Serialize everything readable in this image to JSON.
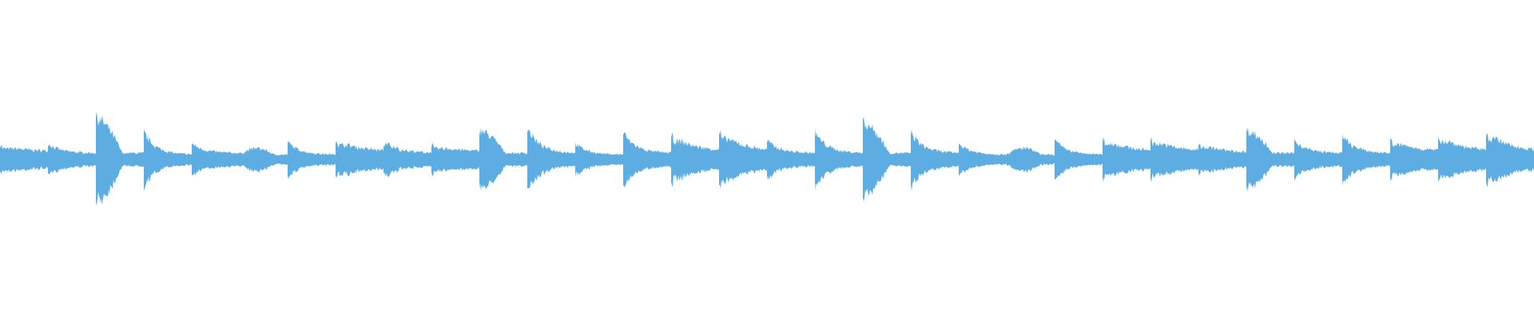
{
  "waveform": {
    "color": "#5DADE2",
    "background": "#ffffff",
    "segments": [
      {
        "peak": 0.09,
        "sustain": 0.05,
        "shape": "hold"
      },
      {
        "peak": 0.1,
        "sustain": 0.04,
        "shape": "decay"
      },
      {
        "peak": 0.26,
        "sustain": 0.04,
        "shape": "big"
      },
      {
        "peak": 0.17,
        "sustain": 0.03,
        "shape": "decay"
      },
      {
        "peak": 0.1,
        "sustain": 0.04,
        "shape": "decay"
      },
      {
        "peak": 0.07,
        "sustain": 0.03,
        "shape": "swell"
      },
      {
        "peak": 0.11,
        "sustain": 0.03,
        "shape": "decay"
      },
      {
        "peak": 0.12,
        "sustain": 0.05,
        "shape": "hold"
      },
      {
        "peak": 0.12,
        "sustain": 0.04,
        "shape": "choppy"
      },
      {
        "peak": 0.09,
        "sustain": 0.05,
        "shape": "hold"
      },
      {
        "peak": 0.18,
        "sustain": 0.04,
        "shape": "big"
      },
      {
        "peak": 0.2,
        "sustain": 0.04,
        "shape": "decay"
      },
      {
        "peak": 0.1,
        "sustain": 0.03,
        "shape": "decay"
      },
      {
        "peak": 0.17,
        "sustain": 0.04,
        "shape": "decay"
      },
      {
        "peak": 0.15,
        "sustain": 0.05,
        "shape": "hold"
      },
      {
        "peak": 0.17,
        "sustain": 0.05,
        "shape": "hold"
      },
      {
        "peak": 0.12,
        "sustain": 0.04,
        "shape": "decay"
      },
      {
        "peak": 0.17,
        "sustain": 0.04,
        "shape": "decay"
      },
      {
        "peak": 0.23,
        "sustain": 0.04,
        "shape": "big"
      },
      {
        "peak": 0.17,
        "sustain": 0.04,
        "shape": "decay"
      },
      {
        "peak": 0.1,
        "sustain": 0.03,
        "shape": "decay"
      },
      {
        "peak": 0.07,
        "sustain": 0.03,
        "shape": "swell"
      },
      {
        "peak": 0.12,
        "sustain": 0.03,
        "shape": "decay"
      },
      {
        "peak": 0.13,
        "sustain": 0.05,
        "shape": "hold"
      },
      {
        "peak": 0.13,
        "sustain": 0.05,
        "shape": "hold"
      },
      {
        "peak": 0.1,
        "sustain": 0.04,
        "shape": "hold"
      },
      {
        "peak": 0.18,
        "sustain": 0.04,
        "shape": "big"
      },
      {
        "peak": 0.12,
        "sustain": 0.04,
        "shape": "decay"
      },
      {
        "peak": 0.15,
        "sustain": 0.04,
        "shape": "decay"
      },
      {
        "peak": 0.12,
        "sustain": 0.05,
        "shape": "hold"
      },
      {
        "peak": 0.15,
        "sustain": 0.05,
        "shape": "hold"
      },
      {
        "peak": 0.17,
        "sustain": 0.05,
        "shape": "hold"
      }
    ]
  }
}
